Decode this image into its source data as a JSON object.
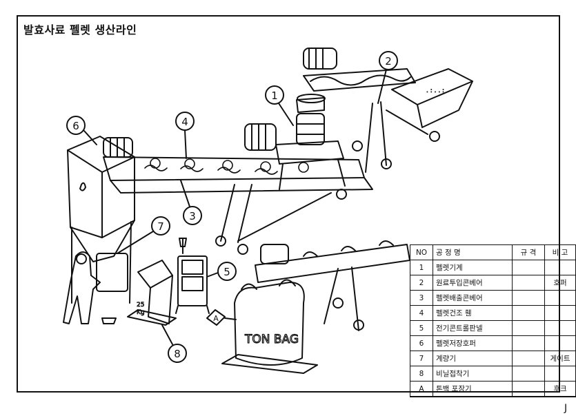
{
  "title": "발효사료 펠렛 생산라인",
  "callouts": [
    "1",
    "2",
    "3",
    "4",
    "5",
    "6",
    "7",
    "8",
    "A"
  ],
  "bag_label": "TON BAG",
  "weight_label_top": "25",
  "weight_label_bottom": "Kg",
  "corner_mark": "J",
  "table": {
    "headers": [
      "NO",
      "공 정 명",
      "규 격",
      "비 고"
    ],
    "rows": [
      {
        "no": "1",
        "name": "펠렛기계",
        "spec": "",
        "note": ""
      },
      {
        "no": "2",
        "name": "원료투입콘베어",
        "spec": "",
        "note": "호퍼"
      },
      {
        "no": "3",
        "name": "펠렛배출콘베어",
        "spec": "",
        "note": ""
      },
      {
        "no": "4",
        "name": "펠렛건조 휀",
        "spec": "",
        "note": ""
      },
      {
        "no": "5",
        "name": "전기콘트롤판넬",
        "spec": "",
        "note": ""
      },
      {
        "no": "6",
        "name": "펠렛저장호퍼",
        "spec": "",
        "note": ""
      },
      {
        "no": "7",
        "name": "계량기",
        "spec": "",
        "note": "게이트"
      },
      {
        "no": "8",
        "name": "비닐접착기",
        "spec": "",
        "note": ""
      },
      {
        "no": "A",
        "name": "톤백 포장기",
        "spec": "",
        "note": "후크"
      }
    ]
  }
}
